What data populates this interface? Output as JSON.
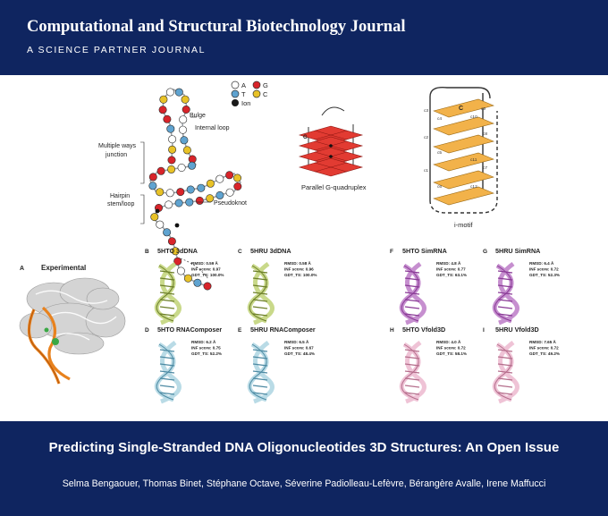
{
  "header": {
    "journal_title": "Computational and Structural Biotechnology Journal",
    "journal_subtitle": "A SCIENCE PARTNER JOURNAL"
  },
  "figure": {
    "legend": [
      {
        "label": "A",
        "color": "#ffffff"
      },
      {
        "label": "G",
        "color": "#d8242a"
      },
      {
        "label": "T",
        "color": "#5fa3d0"
      },
      {
        "label": "C",
        "color": "#e8c227"
      },
      {
        "label": "Ion",
        "color": "#1a1a1a"
      }
    ],
    "ssdna_labels": {
      "bulge": "Bulge",
      "internal_loop": "Internal loop",
      "multiple_ways_1": "Multiple ways",
      "multiple_ways_2": "junction",
      "hairpin_1": "Hairpin",
      "hairpin_2": "stem/loop",
      "pseudoknot": "Pseudoknot"
    },
    "gquad_label": "Parallel G-quadruplex",
    "imotif": {
      "label": "i-motif",
      "center_label": "C",
      "strand_labels": [
        "c3",
        "c4",
        "c2",
        "c5",
        "c1",
        "c6",
        "c7",
        "c8",
        "c9",
        "c10",
        "c11",
        "c12"
      ]
    },
    "panel_a": {
      "letter": "A",
      "title": "Experimental"
    },
    "panels": [
      {
        "letter": "B",
        "title": "5HTO 3dDNA",
        "rmsd": "RMSD: 0.59 Å",
        "inf": "INF score: 0.97",
        "gdt": "GDT_TS: 100.0%",
        "color": "#c9d98a",
        "dark": "#6d7f2a"
      },
      {
        "letter": "C",
        "title": "5HRU 3dDNA",
        "rmsd": "RMSD: 0.58 Å",
        "inf": "INF score: 0.96",
        "gdt": "GDT_TS: 100.0%",
        "color": "#c9d98a",
        "dark": "#6d7f2a"
      },
      {
        "letter": "D",
        "title": "5HTO RNAComposer",
        "rmsd": "RMSD: 6.2 Å",
        "inf": "INF score: 0.75",
        "gdt": "GDT_TS: 52.2%",
        "color": "#b9dbe6",
        "dark": "#4d8aa3"
      },
      {
        "letter": "E",
        "title": "5HRU RNAComposer",
        "rmsd": "RMSD: 6.5 Å",
        "inf": "INF score: 0.67",
        "gdt": "GDT_TS: 48.4%",
        "color": "#b9dbe6",
        "dark": "#4d8aa3"
      },
      {
        "letter": "F",
        "title": "5HTO SimRNA",
        "rmsd": "RMSD: 4.8 Å",
        "inf": "INF score: 0.77",
        "gdt": "GDT_TS: 63.1%",
        "color": "#c68fcf",
        "dark": "#8a3b96"
      },
      {
        "letter": "G",
        "title": "5HRU SimRNA",
        "rmsd": "RMSD: 6.4 Å",
        "inf": "INF score: 0.72",
        "gdt": "GDT_TS: 52.3%",
        "color": "#c68fcf",
        "dark": "#8a3b96"
      },
      {
        "letter": "H",
        "title": "5HTO Vfold3D",
        "rmsd": "RMSD: 4.0 Å",
        "inf": "INF score: 0.72",
        "gdt": "GDT_TS: 58.1%",
        "color": "#efc3d6",
        "dark": "#b56e8c"
      },
      {
        "letter": "I",
        "title": "5HRU Vfold3D",
        "rmsd": "RMSD: 7.65 Å",
        "inf": "INF score: 0.72",
        "gdt": "GDT_TS: 49.2%",
        "color": "#efc3d6",
        "dark": "#b56e8c"
      }
    ]
  },
  "footer": {
    "paper_title": "Predicting Single-Stranded DNA Oligonucleotides 3D Structures: An Open Issue",
    "authors": "Selma Bengaouer, Thomas Binet, Stéphane Octave, Séverine Padiolleau-Lefèvre, Bérangère Avalle, Irene Maffucci"
  }
}
